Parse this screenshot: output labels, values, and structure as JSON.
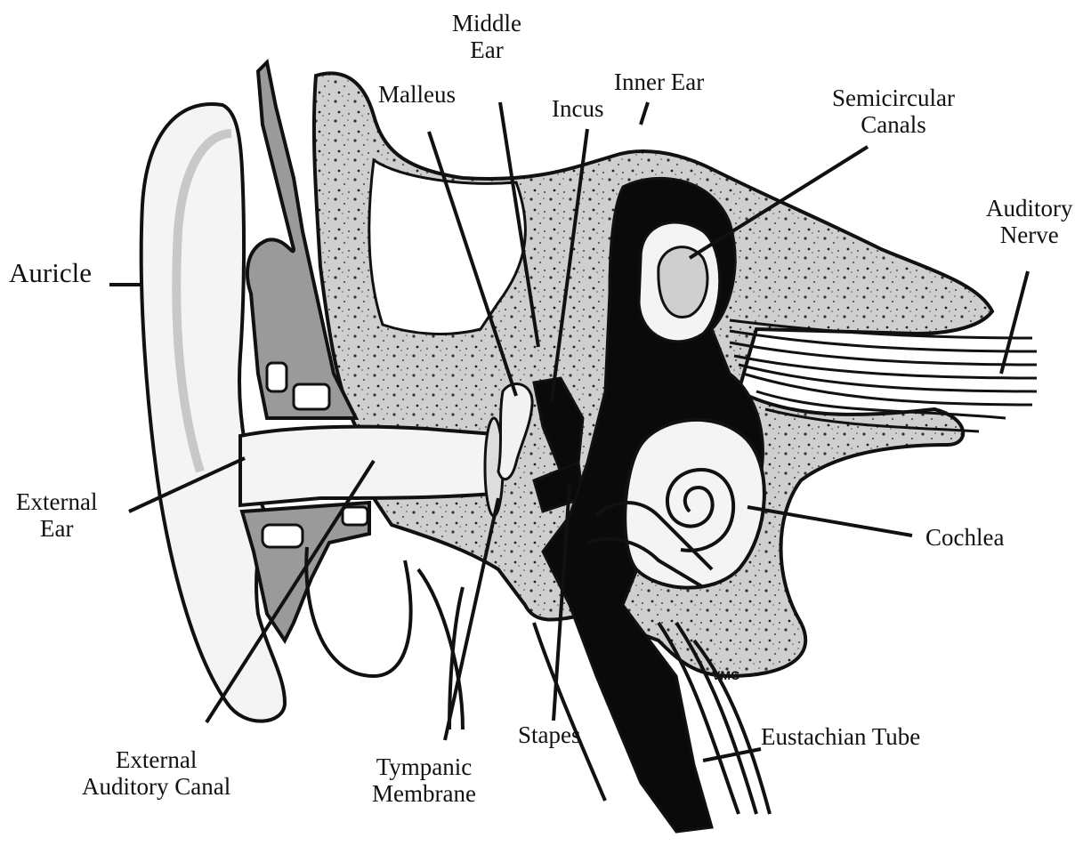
{
  "labels": {
    "auricle": "Auricle",
    "external_ear": "External\nEar",
    "external_auditory_canal": "External\nAuditory Canal",
    "tympanic_membrane": "Tympanic\nMembrane",
    "malleus": "Malleus",
    "middle_ear": "Middle\nEar",
    "incus": "Incus",
    "inner_ear": "Inner Ear",
    "semicircular_canals": "Semicircular\nCanals",
    "auditory_nerve": "Auditory\nNerve",
    "cochlea": "Cochlea",
    "stapes": "Stapes",
    "eustachian_tube": "Eustachian Tube",
    "signature": "VMC"
  },
  "colors": {
    "outline": "#111111",
    "bone_fill": "#cfcfcf",
    "soft_gray": "#9a9a9a",
    "auricle_fill": "#f4f4f4",
    "black_fill": "#0a0a0a"
  }
}
